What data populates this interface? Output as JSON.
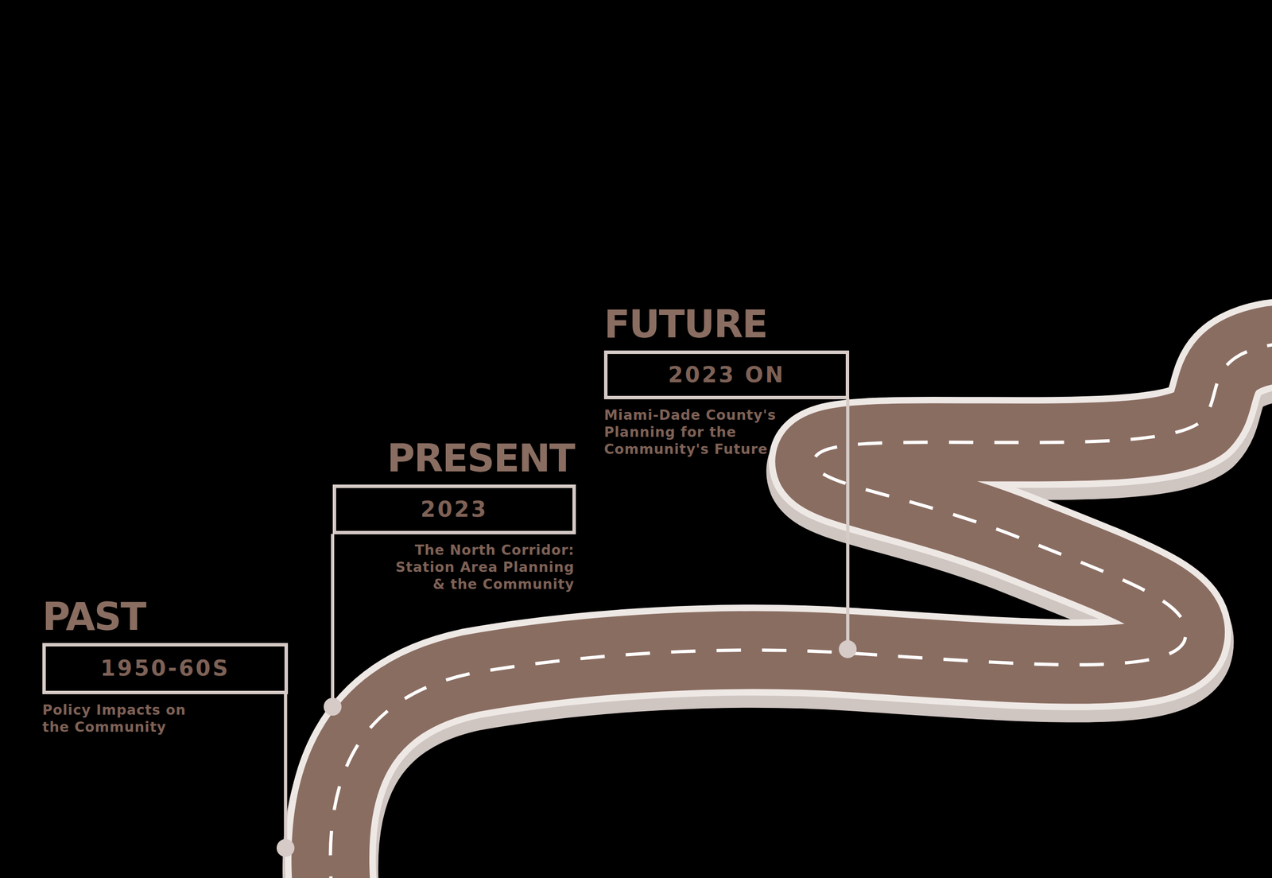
{
  "diagram": {
    "nodes": [
      {
        "text": [
          "PAST",
          "1950-60S",
          "Policy Impacts on the Community"
        ]
      },
      {
        "text": [
          "PRESENT",
          "2023",
          "The North Corridor: Station Area Planning & the Community"
        ]
      },
      {
        "text": [
          "FUTURE",
          "2023 ON",
          "Miami-Dade County's Planning for the Community's Future"
        ]
      }
    ]
  }
}
